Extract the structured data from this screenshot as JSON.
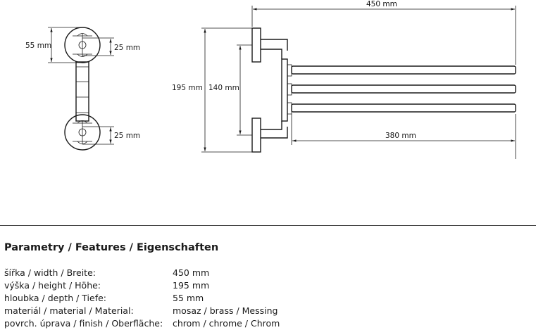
{
  "drawing": {
    "dimensions": {
      "overall_width": "450 mm",
      "diameter": "55 mm",
      "top_offset": "25 mm",
      "bottom_offset": "25 mm",
      "total_height": "195 mm",
      "mount_spacing": "140 mm",
      "arm_length": "380 mm"
    }
  },
  "parameters": {
    "title": "Parametry / Features / Eigenschaften",
    "rows": [
      {
        "label": "šířka / width / Breite:",
        "value": "450 mm"
      },
      {
        "label": "výška / height / Höhe:",
        "value": "195 mm"
      },
      {
        "label": "hloubka / depth / Tiefe:",
        "value": "55 mm"
      },
      {
        "label": "materiál / material / Material:",
        "value": "mosaz / brass / Messing"
      },
      {
        "label": "povrch. úprava / finish / Oberfläche:",
        "value": "chrom / chrome / Chrom"
      }
    ]
  }
}
